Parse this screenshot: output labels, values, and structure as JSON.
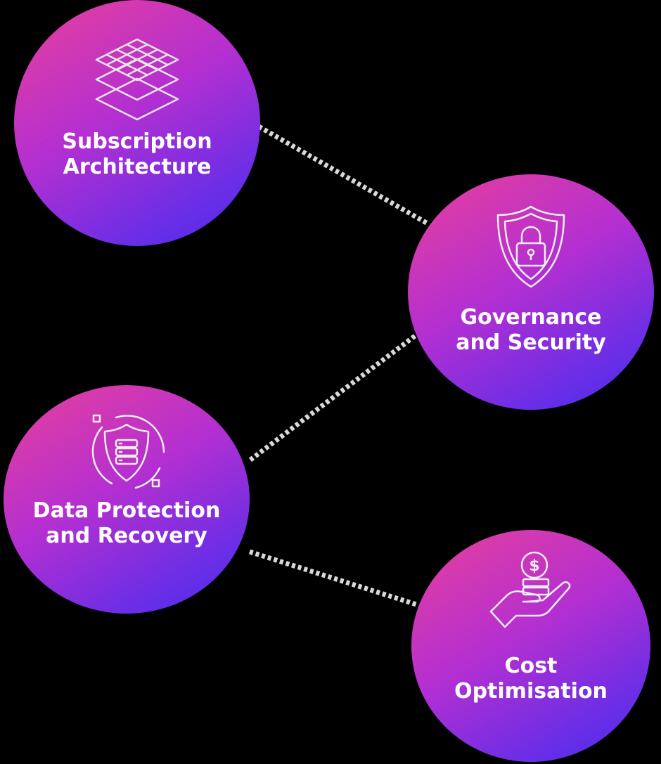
{
  "nodes": {
    "subscription": {
      "label": "Subscription\nArchitecture",
      "icon": "layers-grid-icon"
    },
    "governance": {
      "label": "Governance\nand Security",
      "icon": "shield-lock-icon"
    },
    "data": {
      "label": "Data Protection\nand Recovery",
      "icon": "shield-database-icon"
    },
    "cost": {
      "label": "Cost\nOptimisation",
      "icon": "hand-coin-icon"
    }
  },
  "colors": {
    "background": "#000000",
    "gradient_start": "#e9409a",
    "gradient_mid": "#b42fd1",
    "gradient_end": "#4a2af0",
    "connector": "#d9d9d9",
    "label": "#ffffff"
  }
}
